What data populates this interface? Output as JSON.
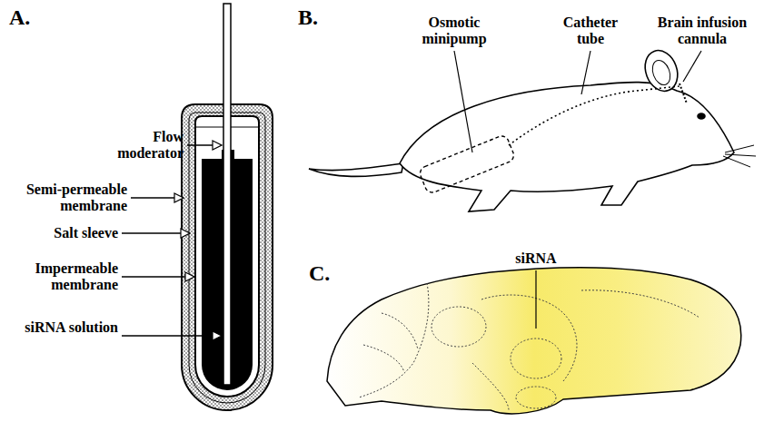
{
  "diagram": {
    "labels": [
      "A.",
      "Flow moderator",
      "Semi-permeable membrane",
      "Salt sleeve",
      "Impermeable membrane",
      "siRNA solution",
      "B.",
      "Osmotic minipump",
      "Catheter tube",
      "Brain infusion cannula",
      "C.",
      "siRNA"
    ]
  }
}
